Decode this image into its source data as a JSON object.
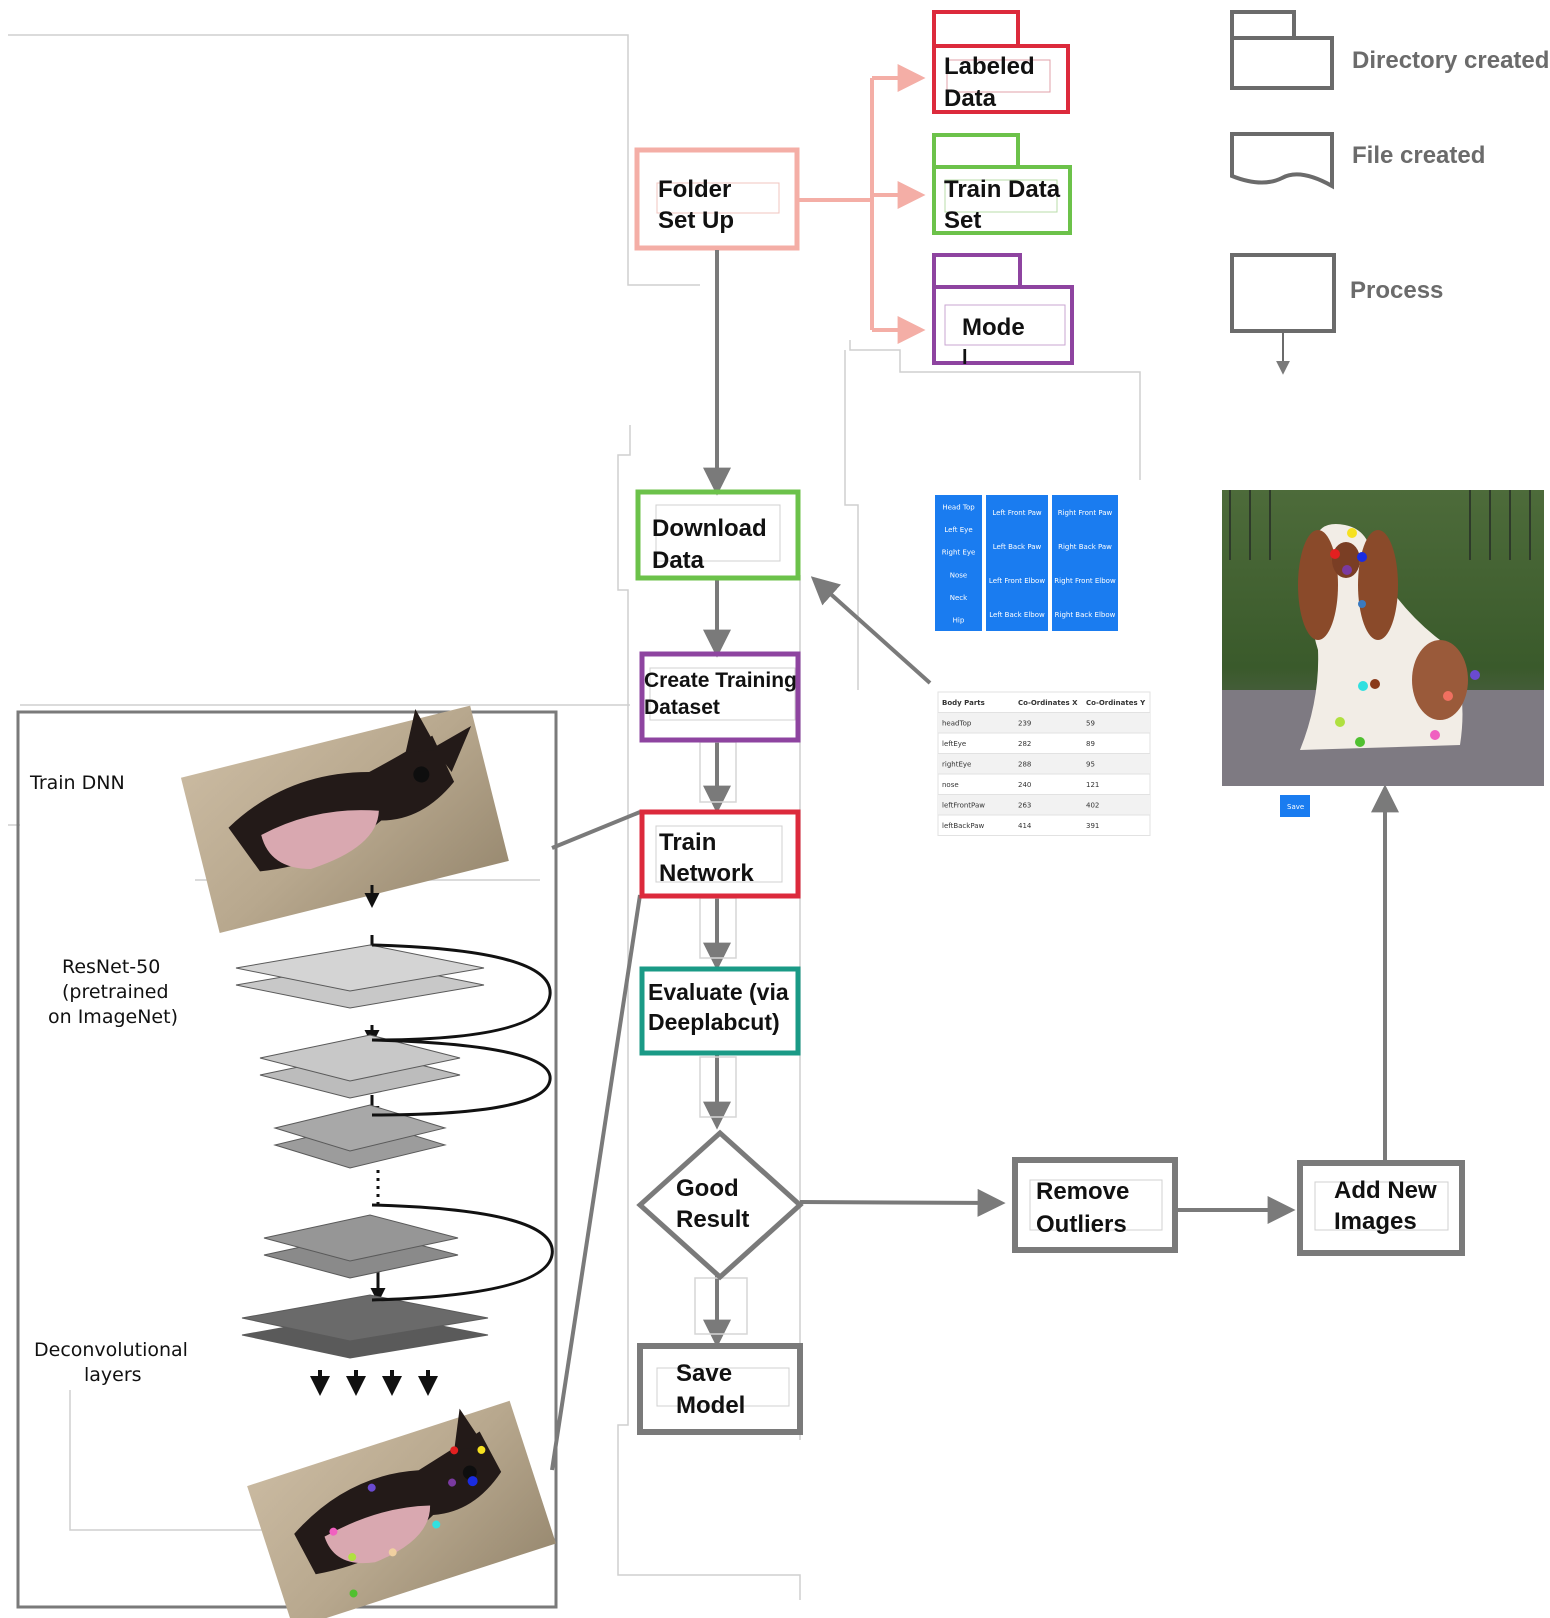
{
  "colors": {
    "folder": "#f4aea6",
    "labeled": "#dc2a3c",
    "train_set": "#6cc24a",
    "model": "#8e44a0",
    "download": "#6cc24a",
    "create": "#8e44a0",
    "train": "#dc2a3c",
    "evaluate": "#1a9a86",
    "gray": "#7a7a7a",
    "blue": "#1a7cf0"
  },
  "nodes": {
    "folder_setup": [
      "Folder",
      "Set Up"
    ],
    "labeled_data": [
      "Labeled",
      "Data"
    ],
    "train_data_set": [
      "Train Data",
      "Set"
    ],
    "model": [
      "Mode",
      "l"
    ],
    "download_data": [
      "Download",
      "Data"
    ],
    "create_training": [
      "Create Training",
      "Dataset"
    ],
    "train_network": [
      "Train",
      "Network"
    ],
    "evaluate": [
      "Evaluate (via",
      "Deeplabcut)"
    ],
    "good_result": [
      "Good",
      "Result"
    ],
    "save_model": [
      "Save",
      "Model"
    ],
    "remove_outliers": [
      "Remove",
      "Outliers"
    ],
    "add_new_images": [
      "Add New",
      "Images"
    ]
  },
  "legend": {
    "directory": "Directory created",
    "file": "File created",
    "process": "Process"
  },
  "dnn": {
    "train_label": "Train DNN",
    "resnet_label": [
      "ResNet-50",
      "(pretrained",
      "on ImageNet)"
    ],
    "deconv_label": [
      "Deconvolutional",
      "layers"
    ]
  },
  "label_buttons": {
    "col1": [
      "Head Top",
      "Left Eye",
      "Right Eye",
      "Nose",
      "Neck",
      "Hip"
    ],
    "col2": [
      "Left Front Paw",
      "Left Back Paw",
      "Left Front Elbow",
      "Left Back Elbow"
    ],
    "col3": [
      "Right Front Paw",
      "Right Back Paw",
      "Right Front Elbow",
      "Right Back Elbow"
    ]
  },
  "coords_table": {
    "headers": [
      "Body Parts",
      "Co-Ordinates X",
      "Co-Ordinates Y"
    ],
    "rows": [
      [
        "headTop",
        "239",
        "59"
      ],
      [
        "leftEye",
        "282",
        "89"
      ],
      [
        "rightEye",
        "288",
        "95"
      ],
      [
        "nose",
        "240",
        "121"
      ],
      [
        "leftFrontPaw",
        "263",
        "402"
      ],
      [
        "leftBackPaw",
        "414",
        "391"
      ]
    ]
  },
  "save_button": "Save"
}
